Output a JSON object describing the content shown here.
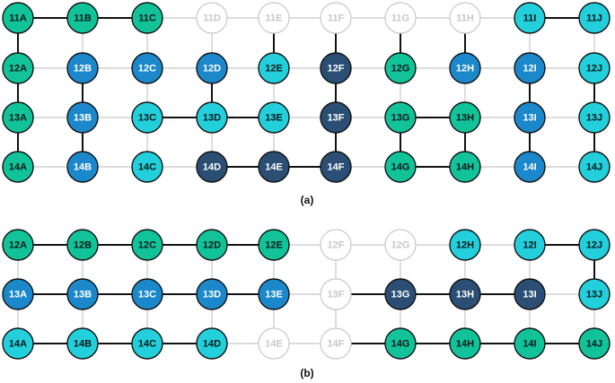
{
  "colors": {
    "green": "#12c39a",
    "cyan": "#22cfdb",
    "blue": "#1c88cc",
    "navy": "#2b4f74",
    "off_fill": "#ffffff",
    "off_stroke": "#c8c8c8",
    "off_text": "#c8c8c8",
    "edge_strong": "#111111",
    "edge_faint": "#c8c8c8"
  },
  "panels": [
    {
      "id": "a",
      "caption": "(a)",
      "rows": [
        "11",
        "12",
        "13",
        "14"
      ],
      "cols": [
        "A",
        "B",
        "C",
        "D",
        "E",
        "F",
        "G",
        "H",
        "I",
        "J"
      ],
      "nodes": [
        [
          "green",
          "green",
          "green",
          "off",
          "off",
          "off",
          "off",
          "off",
          "cyan",
          "cyan"
        ],
        [
          "green",
          "blue",
          "blue",
          "blue",
          "cyan",
          "navy",
          "green",
          "blue",
          "blue",
          "cyan"
        ],
        [
          "green",
          "blue",
          "cyan",
          "cyan",
          "cyan",
          "navy",
          "green",
          "green",
          "blue",
          "cyan"
        ],
        [
          "green",
          "blue",
          "cyan",
          "navy",
          "navy",
          "navy",
          "green",
          "green",
          "blue",
          "cyan"
        ]
      ],
      "h_edges": [
        [
          1,
          1,
          0,
          0,
          0,
          0,
          0,
          0,
          1
        ],
        [
          0,
          0,
          0,
          0,
          0,
          0,
          0,
          0,
          0
        ],
        [
          0,
          0,
          1,
          1,
          0,
          0,
          1,
          0,
          0
        ],
        [
          0,
          0,
          0,
          1,
          1,
          0,
          1,
          0,
          0
        ]
      ],
      "v_edges": [
        [
          1,
          0,
          0,
          0,
          1,
          1,
          1,
          1,
          0,
          0
        ],
        [
          1,
          1,
          0,
          1,
          0,
          1,
          0,
          0,
          1,
          1
        ],
        [
          1,
          1,
          0,
          0,
          0,
          1,
          1,
          1,
          1,
          1
        ]
      ]
    },
    {
      "id": "b",
      "caption": "(b)",
      "rows": [
        "12",
        "13",
        "14"
      ],
      "cols": [
        "A",
        "B",
        "C",
        "D",
        "E",
        "F",
        "G",
        "H",
        "I",
        "J"
      ],
      "nodes": [
        [
          "green",
          "green",
          "green",
          "green",
          "green",
          "off",
          "off",
          "cyan",
          "cyan",
          "cyan"
        ],
        [
          "blue",
          "blue",
          "blue",
          "blue",
          "blue",
          "off",
          "navy",
          "navy",
          "navy",
          "cyan"
        ],
        [
          "cyan",
          "cyan",
          "cyan",
          "cyan",
          "off",
          "off",
          "green",
          "green",
          "green",
          "green"
        ]
      ],
      "h_edges": [
        [
          1,
          1,
          1,
          1,
          0,
          0,
          0,
          0,
          1
        ],
        [
          1,
          1,
          1,
          1,
          0,
          1,
          1,
          1,
          0
        ],
        [
          1,
          1,
          1,
          0,
          0,
          1,
          1,
          1,
          1
        ]
      ],
      "v_edges": [
        [
          0,
          0,
          0,
          0,
          0,
          0,
          0,
          0,
          0,
          1
        ],
        [
          0,
          0,
          0,
          0,
          0,
          0,
          0,
          0,
          0,
          0
        ]
      ]
    }
  ]
}
